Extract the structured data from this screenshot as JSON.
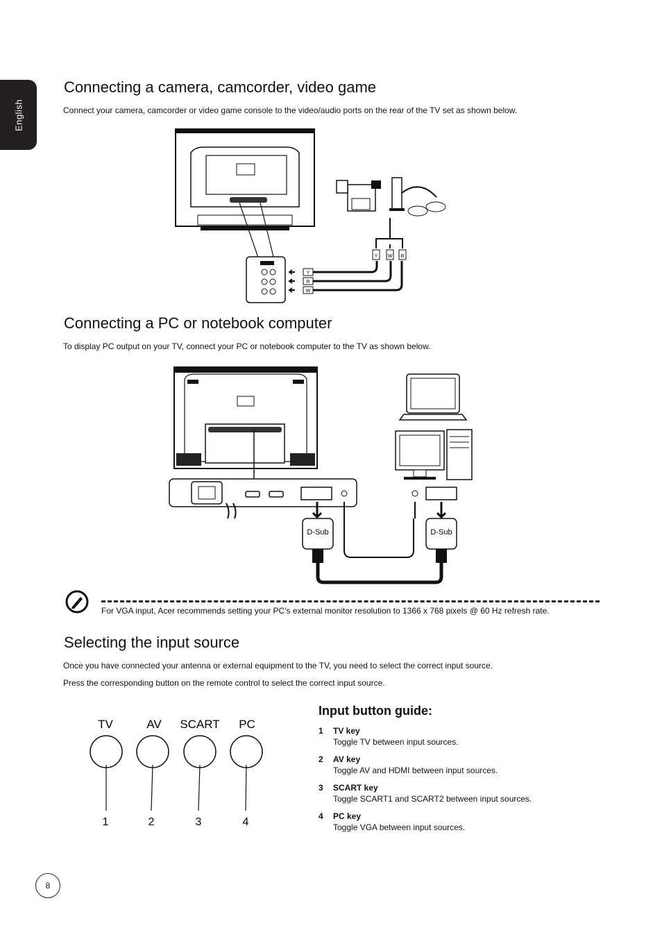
{
  "sidebar": {
    "language": "English"
  },
  "section1": {
    "title": "Connecting a camera, camcorder, video game",
    "body": "Connect your camera, camcorder or video game console to the video/audio ports on the rear of the TV set as shown below.",
    "diagram_labels": {
      "y": "Y",
      "w": "W",
      "r": "R"
    }
  },
  "section2": {
    "title": "Connecting a PC or notebook computer",
    "body": "To display PC output on your TV, connect your PC or notebook computer to the TV as shown below.",
    "dsub_left": "D-Sub",
    "dsub_right": "D-Sub"
  },
  "note": {
    "text": "For VGA input, Acer recommends setting your PC’s external monitor resolution to 1366 x 768 pixels @ 60 Hz refresh rate."
  },
  "section3": {
    "title": "Selecting the input source",
    "body1": "Once you have connected your antenna or external equipment to the TV, you need to select the correct input source.",
    "body2": "Press the corresponding button on the remote control to select the correct input source.",
    "buttons": [
      {
        "label": "TV",
        "number": "1"
      },
      {
        "label": "AV",
        "number": "2"
      },
      {
        "label": "SCART",
        "number": "3"
      },
      {
        "label": "PC",
        "number": "4"
      }
    ],
    "guide_title": "Input button guide:",
    "guide": [
      {
        "num": "1",
        "key": "TV key",
        "desc": "Toggle TV between input sources."
      },
      {
        "num": "2",
        "key": "AV key",
        "desc": "Toggle AV and HDMI between input sources."
      },
      {
        "num": "3",
        "key": "SCART key",
        "desc": "Toggle SCART1 and SCART2 between input sources."
      },
      {
        "num": "4",
        "key": "PC key",
        "desc": "Toggle VGA between input sources."
      }
    ]
  },
  "footer": {
    "page_number": "8"
  }
}
